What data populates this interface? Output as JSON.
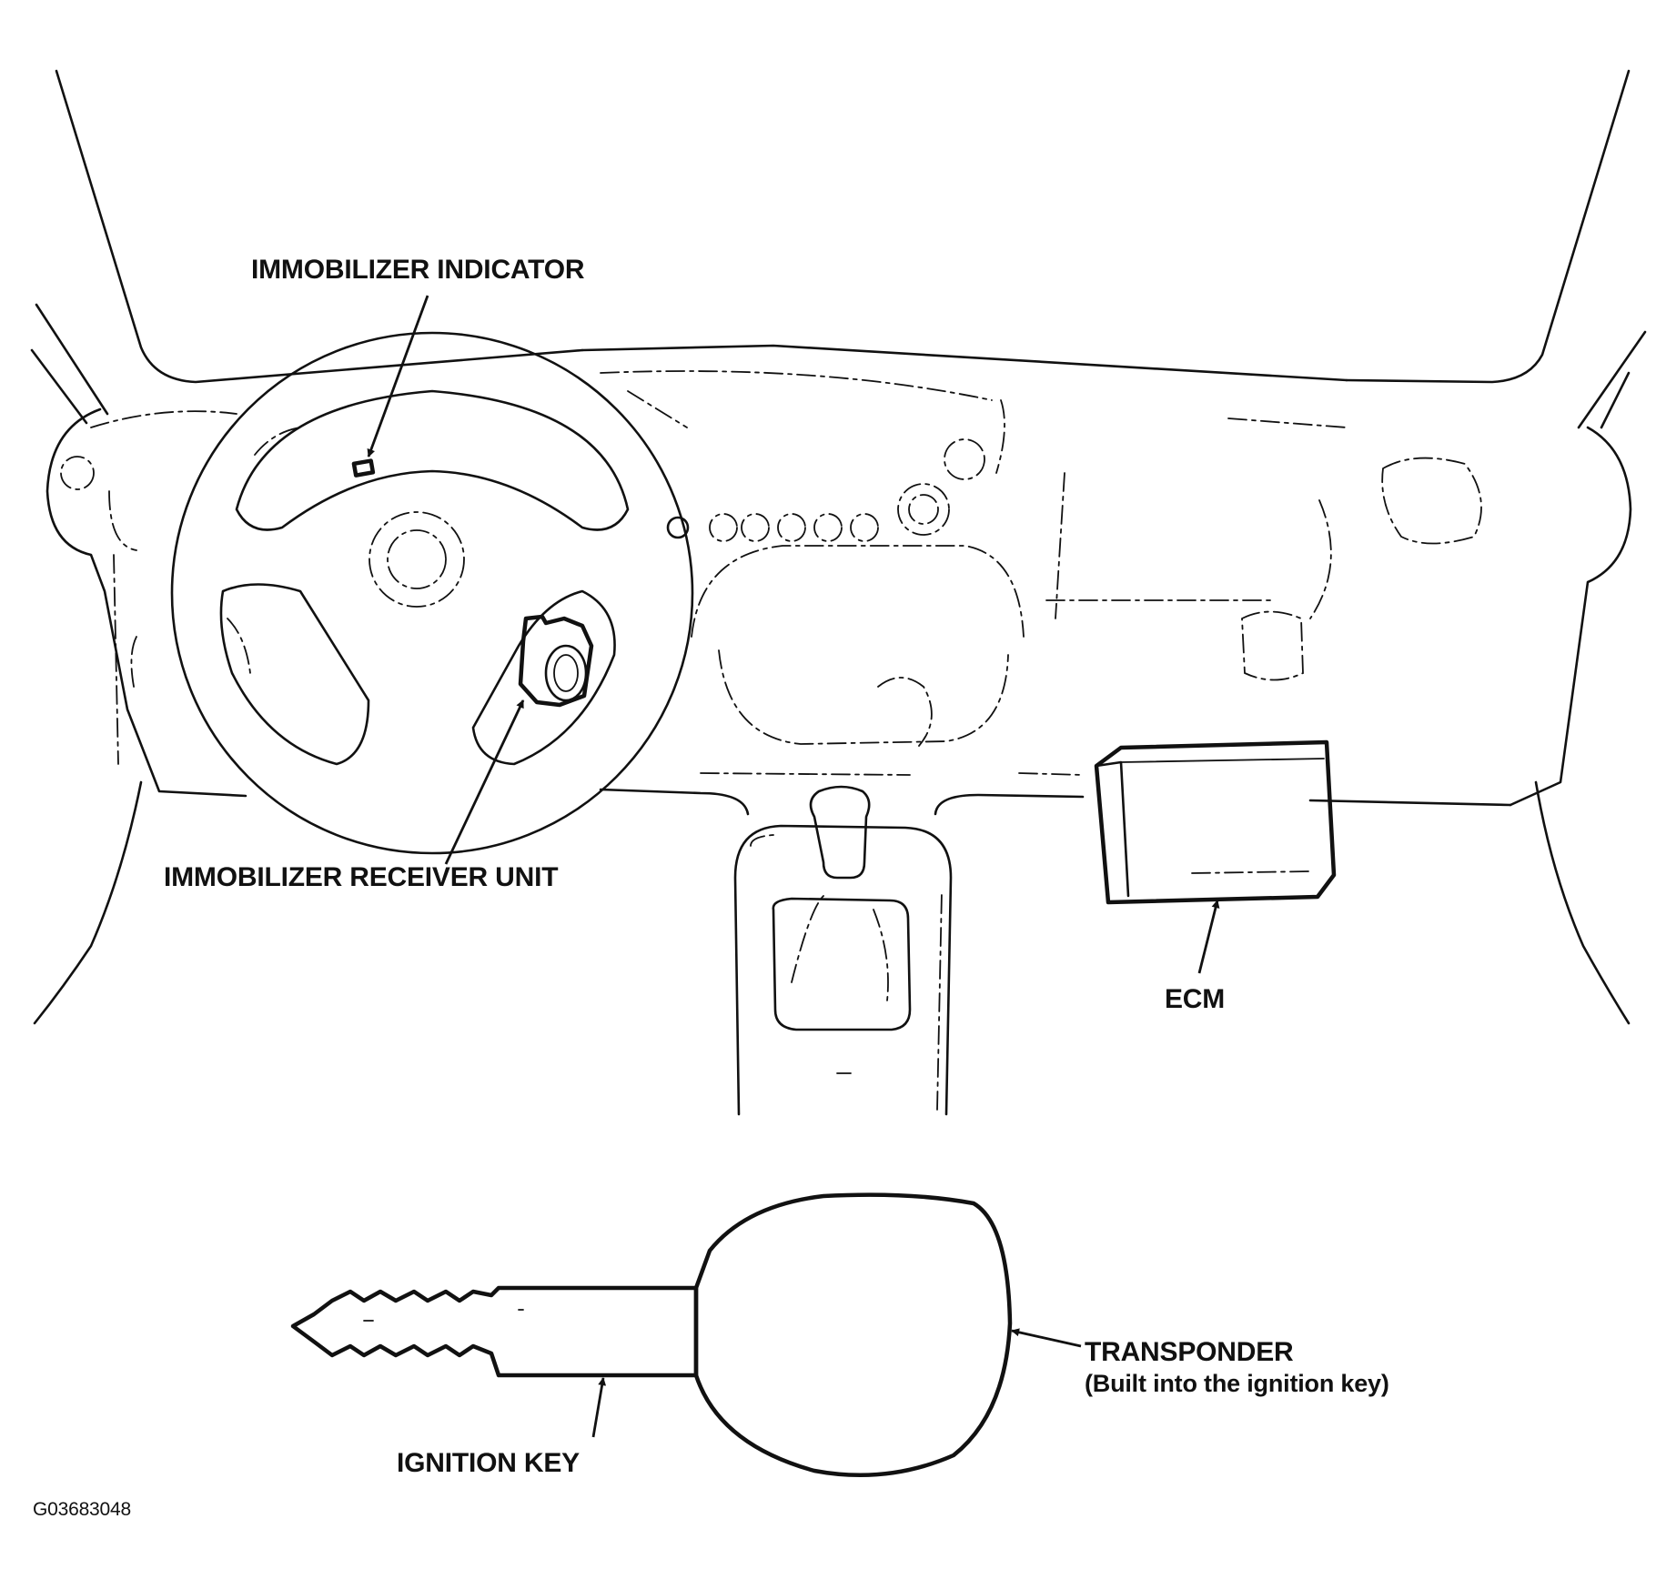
{
  "labels": {
    "immobilizer_indicator": "IMMOBILIZER INDICATOR",
    "immobilizer_receiver_unit": "IMMOBILIZER RECEIVER UNIT",
    "ecm": "ECM",
    "transponder": "TRANSPONDER",
    "transponder_note": "(Built into the ignition key)",
    "ignition_key": "IGNITION KEY"
  },
  "figure_id": "G03683048",
  "colors": {
    "line": "#111111",
    "background": "#ffffff"
  }
}
